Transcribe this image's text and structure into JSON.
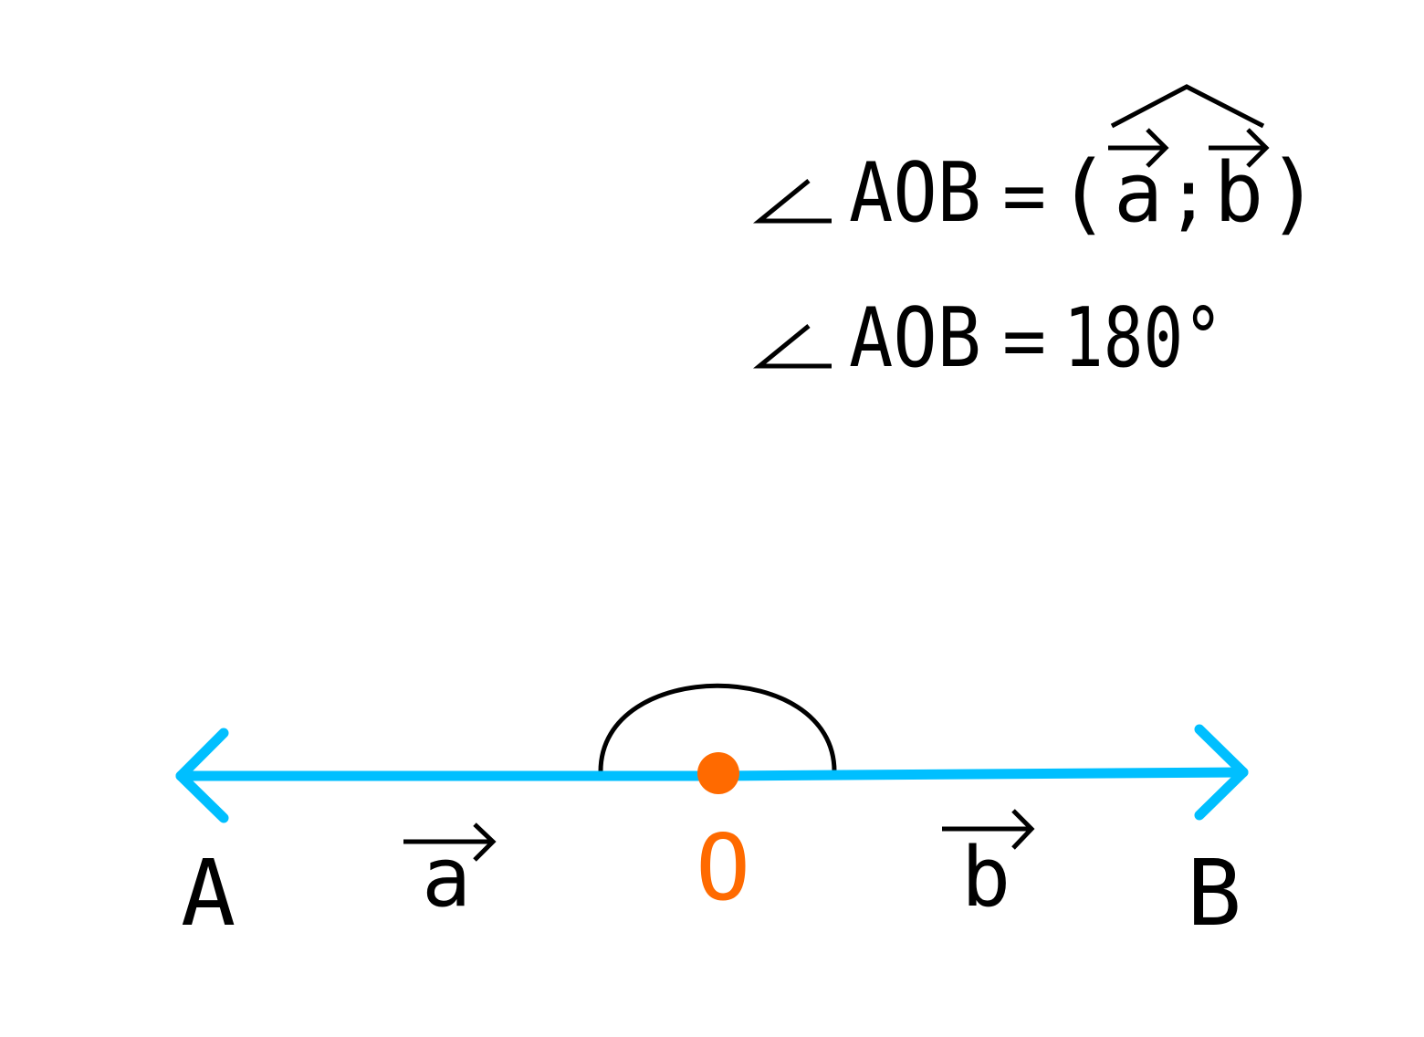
{
  "formula1": {
    "angle": "AOB",
    "eq": "=",
    "open": "(",
    "a": "a",
    "sep": ";",
    "b": "b",
    "close": ")"
  },
  "formula2": {
    "angle": "AOB",
    "eq": "=",
    "value": "180°"
  },
  "points": {
    "A": "A",
    "O": "O",
    "B": "B"
  },
  "vectors": {
    "a": "a",
    "b": "b"
  },
  "colors": {
    "line": "#00bfff",
    "origin": "#ff6a00",
    "ink": "#000000"
  }
}
